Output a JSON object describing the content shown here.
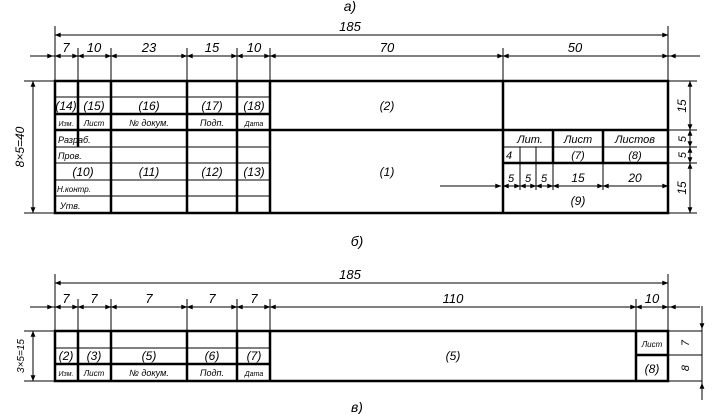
{
  "caption_top": "а)",
  "caption_mid": "б)",
  "caption_bot": "в)",
  "form_a": {
    "overall_dim": "185",
    "col_dims": [
      "7",
      "10",
      "23",
      "15",
      "10",
      "70",
      "50"
    ],
    "height_dim": "8×5=40",
    "right_dims": [
      "15",
      "5",
      "5",
      "15"
    ],
    "header_numbers": [
      "(14)",
      "(15)",
      "(16)",
      "(17)",
      "(18)"
    ],
    "header_labels": [
      "Изм.",
      "Лист",
      "№ докум.",
      "Подп.",
      "Дата"
    ],
    "row_labels": [
      "Разраб.",
      "Пров.",
      "Н.контр.",
      "Утв."
    ],
    "mid_numbers": [
      "(10)",
      "(11)",
      "(12)",
      "(13)"
    ],
    "field_2": "(2)",
    "field_1": "(1)",
    "right_header": [
      "Лит.",
      "Лист",
      "Листов"
    ],
    "right_numbers": [
      "4",
      "(7)",
      "(8)"
    ],
    "sub_dims": [
      "5",
      "5",
      "5",
      "15",
      "20"
    ],
    "field_9": "(9)"
  },
  "form_b": {
    "overall_dim": "185",
    "col_dims": [
      "7",
      "7",
      "7",
      "7",
      "7",
      "110",
      "10"
    ],
    "height_dim": "3×5=15",
    "right_dims": [
      "7",
      "8"
    ],
    "numbers": [
      "(2)",
      "(3)",
      "(5)",
      "(6)",
      "(7)"
    ],
    "labels": [
      "Изм.",
      "Лист",
      "№ докум.",
      "Подп.",
      "Дата"
    ],
    "field_5": "(5)",
    "sheet_label": "Лист",
    "sheet_number": "(8)"
  }
}
